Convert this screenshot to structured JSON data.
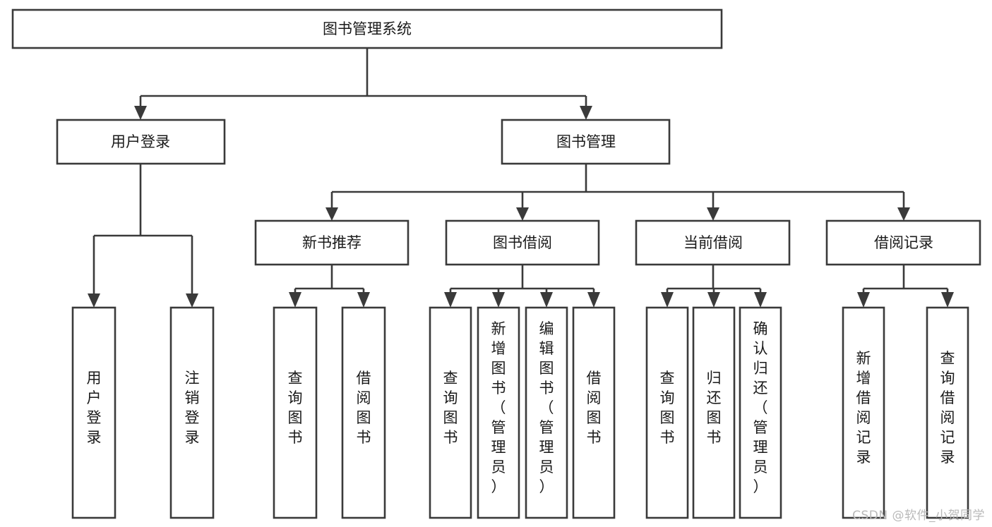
{
  "diagram": {
    "type": "tree-hierarchy",
    "title": "图书管理系统",
    "watermark": "CSDN @软件_小贺同学",
    "colors": {
      "stroke": "#3a3a3a",
      "fill": "#ffffff",
      "text": "#1a1a1a",
      "watermark": "#b9b9b9"
    },
    "levels": {
      "root": {
        "label": "图书管理系统"
      },
      "level2": [
        {
          "id": "user-login",
          "label": "用户登录"
        },
        {
          "id": "book-management",
          "label": "图书管理"
        }
      ],
      "level3": [
        {
          "id": "new-book-recommend",
          "label": "新书推荐",
          "parent": "book-management"
        },
        {
          "id": "book-borrow",
          "label": "图书借阅",
          "parent": "book-management"
        },
        {
          "id": "current-borrow",
          "label": "当前借阅",
          "parent": "book-management"
        },
        {
          "id": "borrow-record",
          "label": "借阅记录",
          "parent": "book-management"
        }
      ],
      "leaves": [
        {
          "id": "leaf-user-login",
          "label": "用户登录",
          "parent": "user-login"
        },
        {
          "id": "leaf-logout-login",
          "label": "注销登录",
          "parent": "user-login"
        },
        {
          "id": "leaf-query-book-1",
          "label": "查询图书",
          "parent": "new-book-recommend"
        },
        {
          "id": "leaf-borrow-book-1",
          "label": "借阅图书",
          "parent": "new-book-recommend"
        },
        {
          "id": "leaf-query-book-2",
          "label": "查询图书",
          "parent": "book-borrow"
        },
        {
          "id": "leaf-add-book",
          "label": "新增图书（管理员）",
          "parent": "book-borrow"
        },
        {
          "id": "leaf-edit-book",
          "label": "编辑图书（管理员）",
          "parent": "book-borrow"
        },
        {
          "id": "leaf-borrow-book-2",
          "label": "借阅图书",
          "parent": "book-borrow"
        },
        {
          "id": "leaf-query-book-3",
          "label": "查询图书",
          "parent": "current-borrow"
        },
        {
          "id": "leaf-return-book",
          "label": "归还图书",
          "parent": "current-borrow"
        },
        {
          "id": "leaf-confirm-return",
          "label": "确认归还（管理员）",
          "parent": "current-borrow"
        },
        {
          "id": "leaf-add-record",
          "label": "新增借阅记录",
          "parent": "borrow-record"
        },
        {
          "id": "leaf-query-record",
          "label": "查询借阅记录",
          "parent": "borrow-record"
        }
      ]
    }
  }
}
